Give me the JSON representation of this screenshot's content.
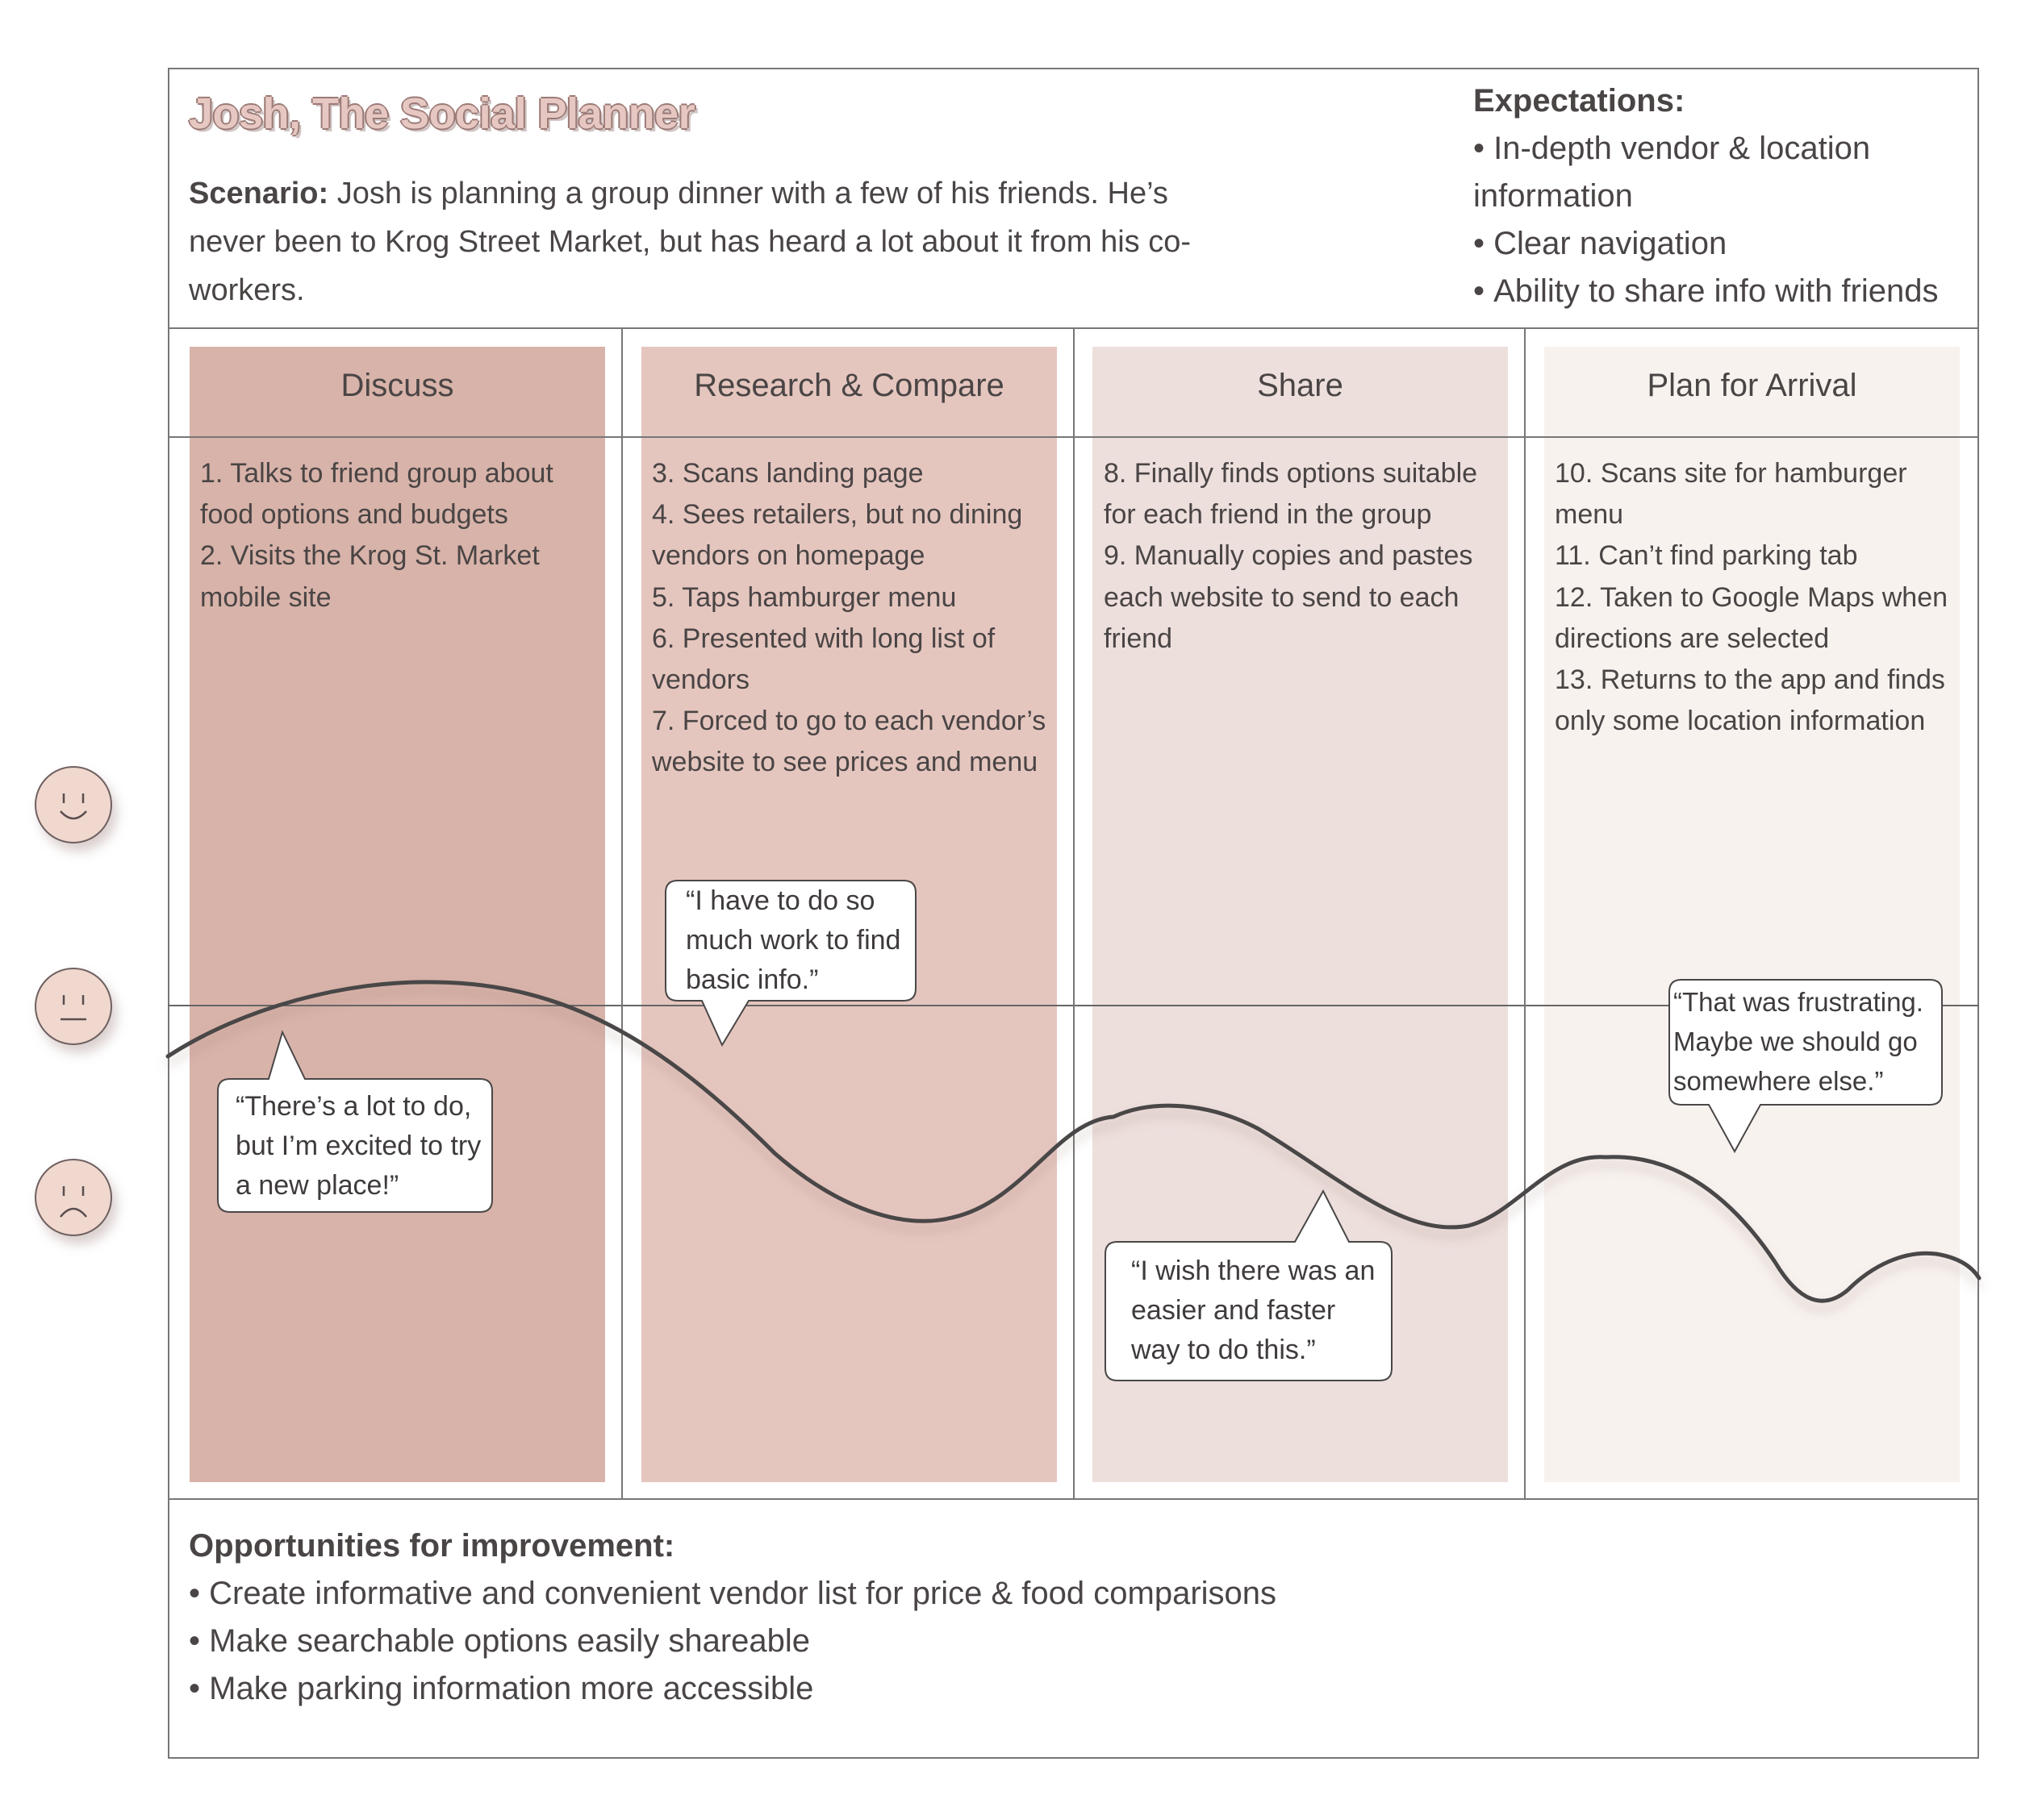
{
  "header": {
    "title": "Josh, The Social Planner",
    "scenario_label": "Scenario:",
    "scenario_text": " Josh is planning a group dinner with a few of his friends. He’s never been to Krog Street Market, but has heard a lot about it from his co-workers.",
    "expectations_title": "Expectations:",
    "expectations": [
      "In-depth vendor & location information",
      "Clear navigation",
      "Ability to share info with friends"
    ]
  },
  "stages": [
    {
      "title": "Discuss",
      "color": "#d8b3a9",
      "steps": [
        "1. Talks to friend group about food options and budgets",
        "2. Visits the Krog St. Market mobile site"
      ]
    },
    {
      "title": "Research & Compare",
      "color": "#e5c6bf",
      "steps": [
        "3. Scans landing page",
        "4. Sees retailers, but no dining vendors on homepage",
        "5. Taps hamburger menu",
        "6. Presented with long list of vendors",
        "7. Forced to go to each vendor’s website to see prices and menu"
      ]
    },
    {
      "title": "Share",
      "color": "#eddfdc",
      "steps": [
        "8. Finally finds options suitable for each friend in the group",
        "9. Manually copies and pastes each website to send to each friend"
      ]
    },
    {
      "title": "Plan for Arrival",
      "color": "#f8f2ef",
      "steps": [
        "10. Scans site for hamburger menu",
        "11. Can’t find parking tab",
        "12. Taken to Google Maps when directions are selected",
        "13. Returns to the app and finds only some location information"
      ]
    }
  ],
  "quotes": {
    "discuss": "“There’s a lot to do, but I’m excited to try a new place!”",
    "research": "“I have to do so much work to find basic info.”",
    "share": "“I wish there was an easier and faster way to do this.”",
    "arrival": "“That was frustrating. Maybe we should go somewhere else.”"
  },
  "emotion_icons": [
    "happy-face-icon",
    "neutral-face-icon",
    "sad-face-icon"
  ],
  "opportunities": {
    "title": "Opportunities for improvement:",
    "items": [
      "Create informative and convenient vendor list for price & food comparisons",
      "Make searchable options easily shareable",
      "Make parking information more accessible"
    ]
  },
  "colors": {
    "line": "#4a4747",
    "border": "#777777"
  }
}
